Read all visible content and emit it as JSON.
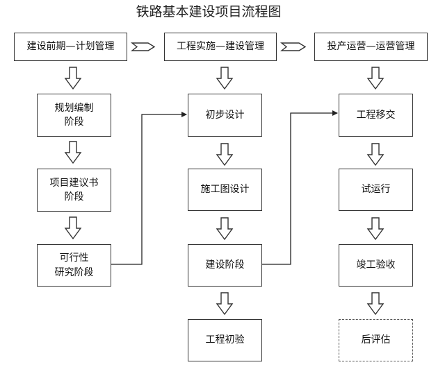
{
  "title": "铁路基本建设项目流程图",
  "phases": [
    {
      "label": "建设前期—计划管理"
    },
    {
      "label": "工程实施—建设管理"
    },
    {
      "label": "投产运营—运营管理"
    }
  ],
  "columns": [
    {
      "steps": [
        "规划编制\n阶段",
        "项目建议书\n阶段",
        "可行性\n研究阶段"
      ]
    },
    {
      "steps": [
        "初步设计",
        "施工图设计",
        "建设阶段",
        "工程初验"
      ]
    },
    {
      "steps": [
        "工程移交",
        "试运行",
        "竣工验收",
        "后评估"
      ]
    }
  ]
}
